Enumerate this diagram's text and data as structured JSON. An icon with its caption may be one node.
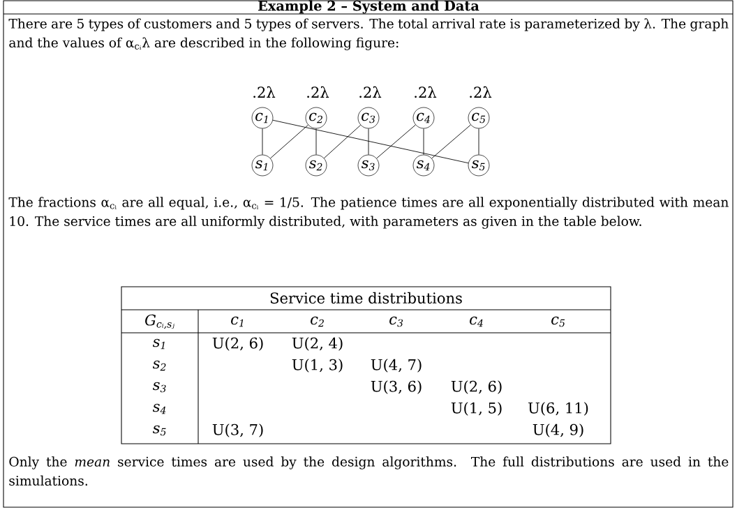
{
  "diagram": {
    "title": "Example 2 – System and Data",
    "nodes": [
      {
        "text": [
          "c$_{1}$"
        ],
        "beside": [
          ".2λ"
        ]
      },
      {
        "text": [
          "c$_{2}$"
        ],
        "beside": [
          ".2λ"
        ]
      },
      {
        "text": [
          "c$_{3}$"
        ],
        "beside": [
          ".2λ"
        ]
      },
      {
        "text": [
          "c$_{4}$"
        ],
        "beside": [
          ".2λ"
        ]
      },
      {
        "text": [
          "c$_{5}$"
        ],
        "beside": [
          ".2λ"
        ]
      },
      {
        "text": [
          "s$_{1}$"
        ]
      },
      {
        "text": [
          "s$_{2}$"
        ]
      },
      {
        "text": [
          "s$_{3}$"
        ]
      },
      {
        "text": [
          "s$_{4}$"
        ]
      },
      {
        "text": [
          "s$_{5}$"
        ]
      }
    ],
    "edges": [
      {
        "from": 0,
        "to": 5,
        "arrow": "none"
      },
      {
        "from": 0,
        "to": 9,
        "arrow": "none"
      },
      {
        "from": 1,
        "to": 5,
        "arrow": "none"
      },
      {
        "from": 1,
        "to": 6,
        "arrow": "none"
      },
      {
        "from": 2,
        "to": 6,
        "arrow": "none"
      },
      {
        "from": 2,
        "to": 7,
        "arrow": "none"
      },
      {
        "from": 3,
        "to": 7,
        "arrow": "none"
      },
      {
        "from": 3,
        "to": 8,
        "arrow": "none"
      },
      {
        "from": 4,
        "to": 8,
        "arrow": "none"
      },
      {
        "from": 4,
        "to": 9,
        "arrow": "none"
      }
    ],
    "labels": [
      "There are 5 types of customers and 5 types of servers. The total arrival rate is parameterized by λ. The graph and the values of α$_{cᵢ}$λ are described in the following figure:",
      "The fractions α$_{cᵢ}$ are all equal, i.e., α$_{cᵢ}$ = 1/5. The patience times are all exponentially distributed with mean 10. The service times are all uniformly distributed, with parameters as given in the table below.",
      "Service time distributions",
      "G$_{cᵢ,sⱼ}$",
      "c$_{1}$",
      "c$_{2}$",
      "c$_{3}$",
      "c$_{4}$",
      "c$_{5}$",
      "s$_{1}$",
      "U(2, 6)",
      "U(2, 4)",
      "s$_{2}$",
      "U(1, 3)",
      "U(4, 7)",
      "s$_{3}$",
      "U(3, 6)",
      "U(2, 6)",
      "s$_{4}$",
      "U(1, 5)",
      "U(6, 11)",
      "s$_{5}$",
      "U(3, 7)",
      "U(4, 9)",
      "Only the *mean* service times are used by the design algorithms. The full distributions are used in the simulations."
    ]
  }
}
